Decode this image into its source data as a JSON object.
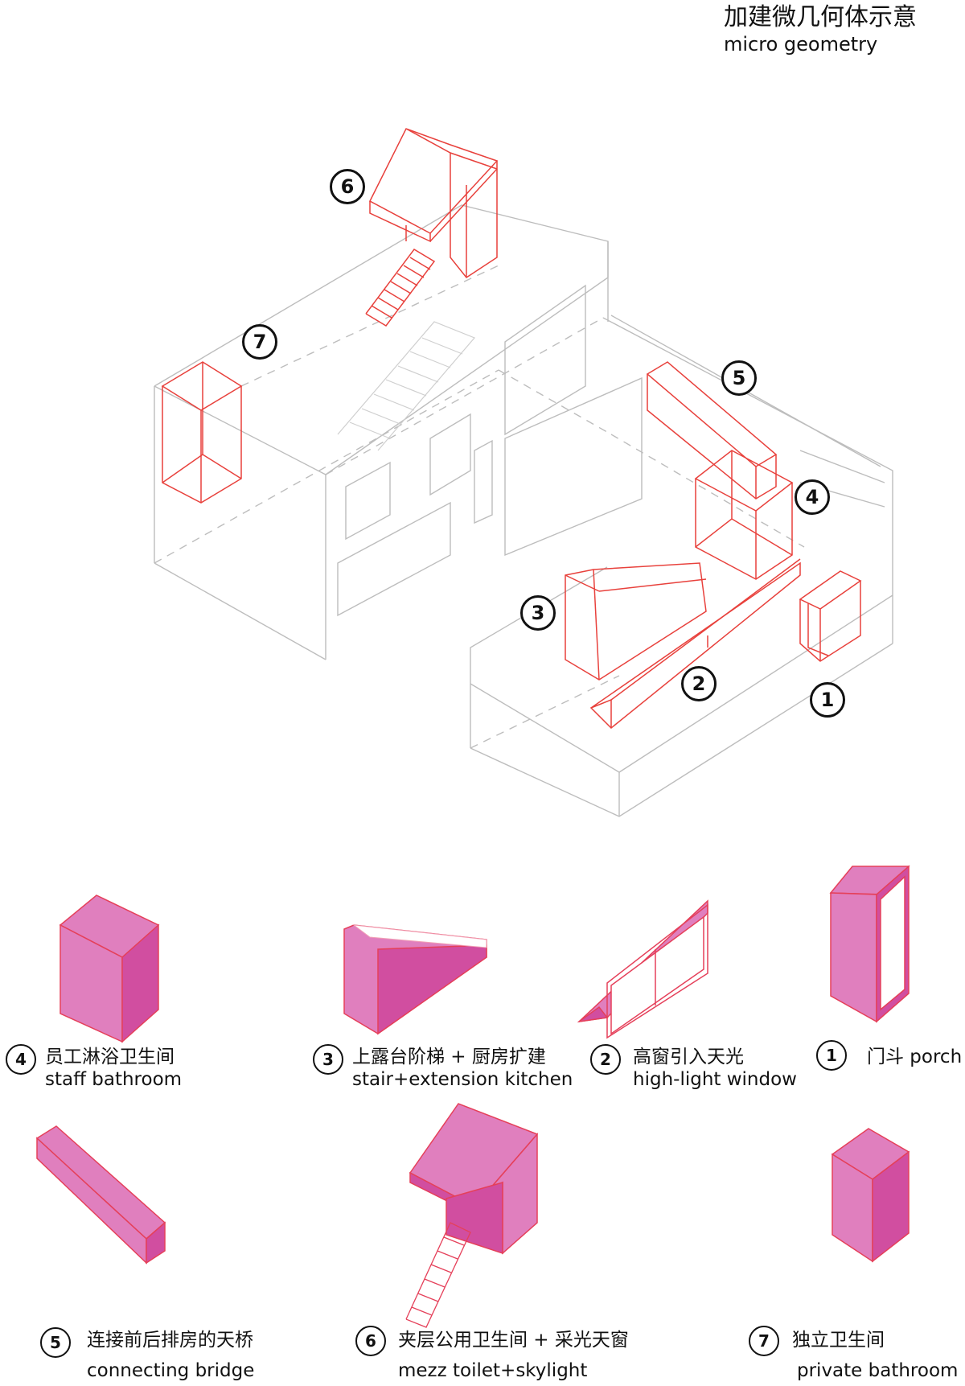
{
  "title": {
    "zh": "加建微几何体示意",
    "en": "micro geometry"
  },
  "callouts": [
    "1",
    "2",
    "3",
    "4",
    "5",
    "6",
    "7"
  ],
  "legend": [
    {
      "num": "4",
      "zh": "员工淋浴卫生间",
      "en": "staff bathroom"
    },
    {
      "num": "3",
      "zh": "上露台阶梯 + 厨房扩建",
      "en": "stair+extension kitchen"
    },
    {
      "num": "2",
      "zh": "高窗引入天光",
      "en": "high-light window"
    },
    {
      "num": "1",
      "zh": "门斗 porch",
      "en": ""
    },
    {
      "num": "5",
      "zh": "连接前后排房的天桥",
      "en": "connecting bridge"
    },
    {
      "num": "6",
      "zh": "夹层公用卫生间 + 采光天窗",
      "en": "mezz toilet+skylight"
    },
    {
      "num": "7",
      "zh": "独立卫生间",
      "en": "private bathroom"
    }
  ],
  "colors": {
    "building_line": "#bdbdbd",
    "red_line": "#e8413c",
    "pink_face": "#e07fbe",
    "pink_dark": "#d14ea0",
    "pink_stroke": "#e5405a"
  }
}
